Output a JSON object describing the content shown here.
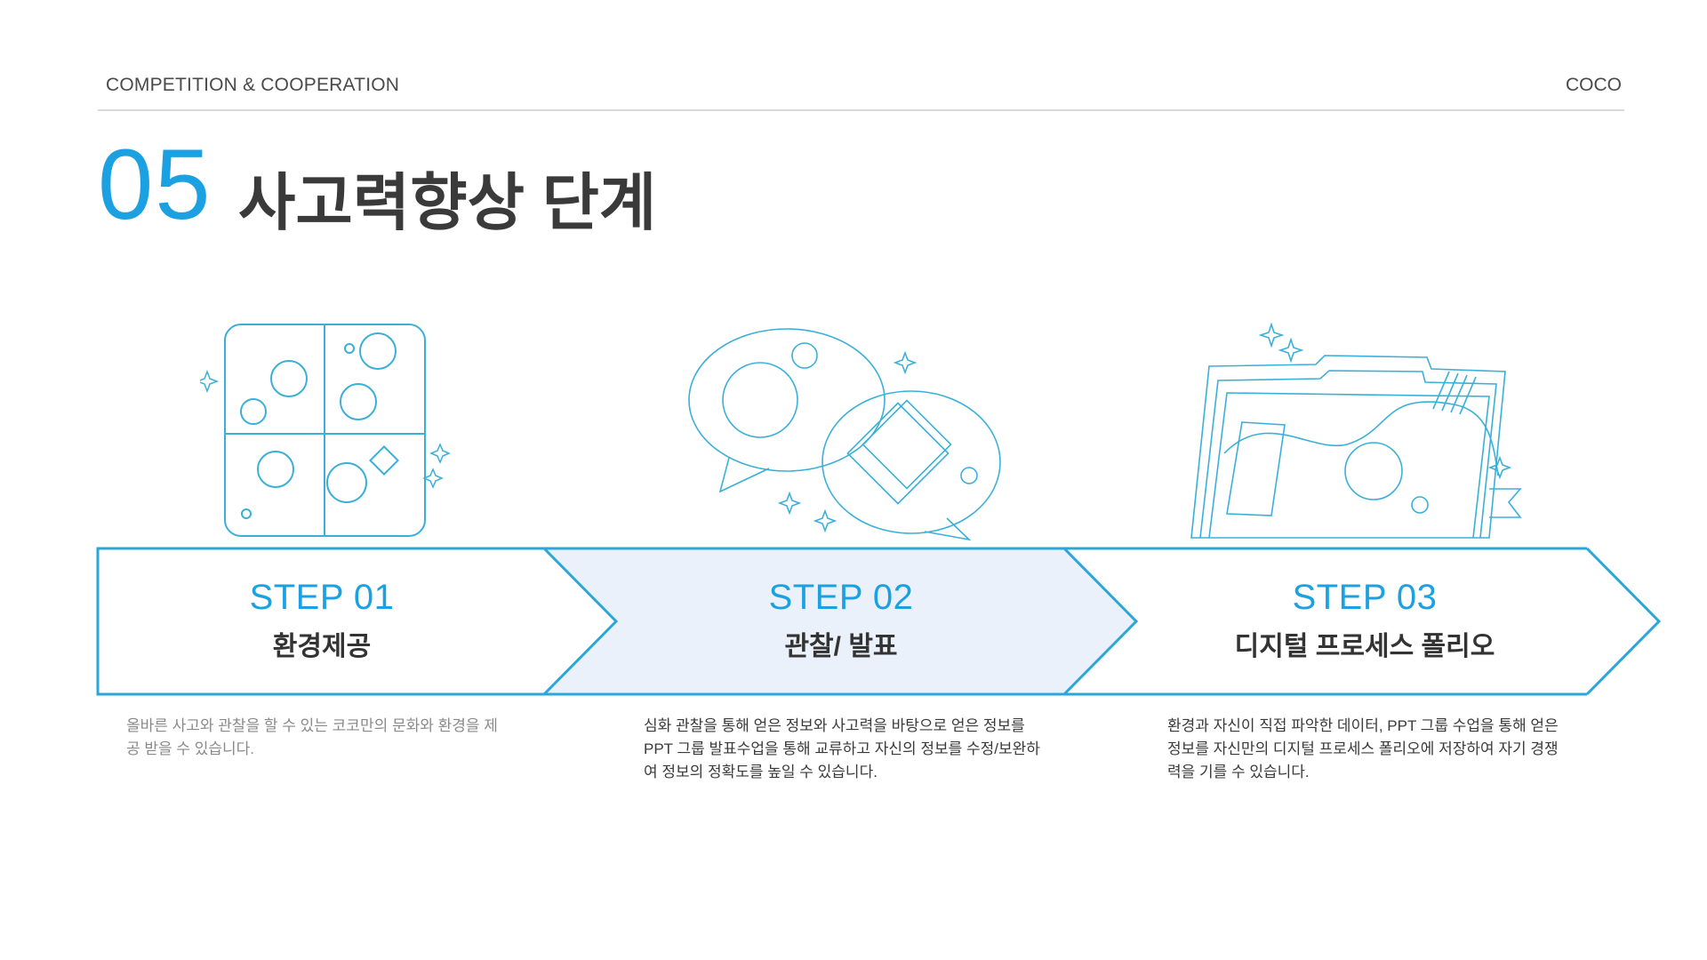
{
  "header": {
    "left_text": "COMPETITION & COOPERATION",
    "right_text": "COCO"
  },
  "section": {
    "number": "05",
    "title": "사고력향상 단계"
  },
  "colors": {
    "accent": "#1ba1e2",
    "arrow_stroke": "#2aa7d8",
    "highlight_fill": "#eaf1fa",
    "title_text": "#3a3a3a"
  },
  "steps": [
    {
      "label": "STEP 01",
      "name": "환경제공",
      "description": "올바른 사고와 관찰을 할 수 있는 코코만의 문화와 환경을 제공 받을 수 있습니다.",
      "icon": "puzzle-icon",
      "highlighted": false
    },
    {
      "label": "STEP 02",
      "name": "관찰/ 발표",
      "description": "심화 관찰을 통해 얻은 정보와 사고력을 바탕으로 얻은 정보를 PPT 그룹 발표수업을 통해 교류하고 자신의 정보를 수정/보완하여 정보의 정확도를 높일 수 있습니다.",
      "icon": "speech-bubbles-icon",
      "highlighted": true
    },
    {
      "label": "STEP 03",
      "name": "디지털 프로세스 폴리오",
      "description": "환경과 자신이 직접 파악한 데이터, PPT 그룹 수업을 통해 얻은 정보를 자신만의 디지털 프로세스 폴리오에 저장하여 자기 경쟁력을 기를 수 있습니다.",
      "icon": "folder-icon",
      "highlighted": false
    }
  ]
}
